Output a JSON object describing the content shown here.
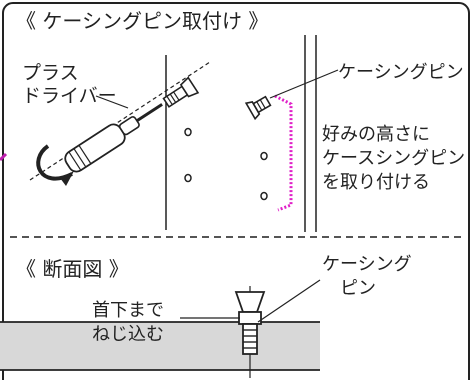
{
  "top_panel": {
    "title": "《 ケーシングピン取付け 》",
    "label_tool_line1": "プラス",
    "label_tool_line2": "ドライバー",
    "label_pin": "ケーシングピン",
    "note_line1": "好みの高さに",
    "note_line2": "ケースシングピン",
    "note_line3": "を取り付ける"
  },
  "bottom_panel": {
    "title": "《 断面図 》",
    "label_pin_line1": "ケーシング",
    "label_pin_line2": "ピン",
    "label_insert_line1": "首下まで",
    "label_insert_line2": "ねじ込む"
  },
  "colors": {
    "line": "#222222",
    "accent_dotted": "#e020c8",
    "board_fill": "#d8d8d8",
    "arrow_accent": "#c020b0"
  }
}
